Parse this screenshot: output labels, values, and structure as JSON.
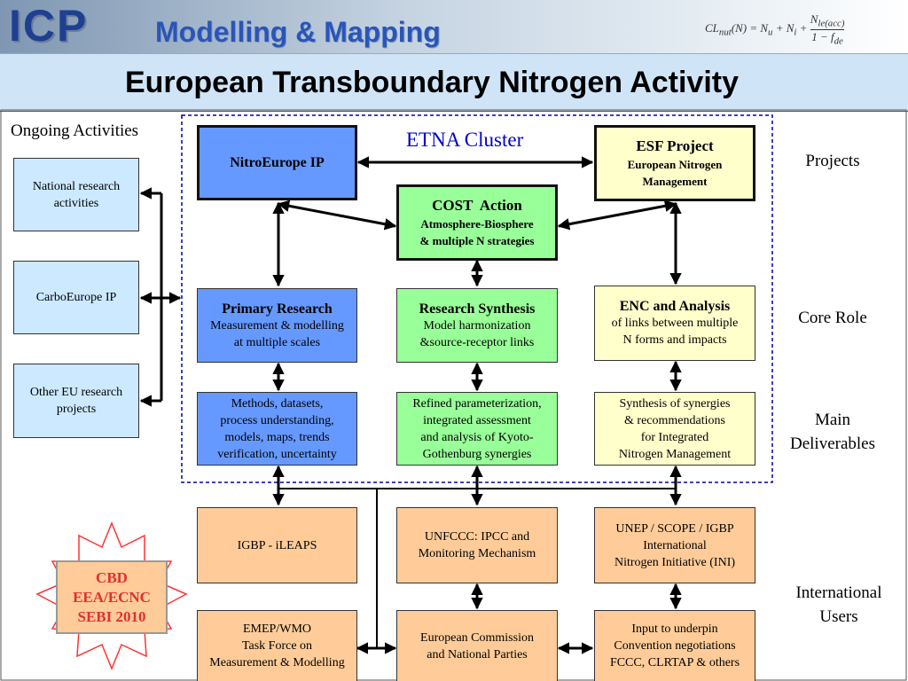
{
  "header": {
    "logo": "ICP",
    "subtitle": "Modelling & Mapping",
    "formula": "CLnut(N) = Nu + Ni + Nle(acc) / (1 − fde)"
  },
  "title": "European Transboundary Nitrogen Activity",
  "cluster_label": "ETNA Cluster",
  "ongoing_label": "Ongoing Activities",
  "ongoing": {
    "national": "National research activities",
    "carbo": "CarboEurope IP",
    "other": "Other EU research projects"
  },
  "nodes": {
    "nitroeurope": "NitroEurope IP",
    "esf": {
      "title": "ESF Project",
      "line1": "European Nitrogen",
      "line2": "Management"
    },
    "cost": {
      "title": "COST  Action",
      "line1": "Atmosphere-Biosphere",
      "line2": "& multiple N strategies"
    },
    "primary": {
      "title": "Primary Research",
      "line1": "Measurement & modelling",
      "line2": "at multiple scales"
    },
    "synthesis": {
      "title": "Research Synthesis",
      "line1": "Model harmonization",
      "line2": "&source-receptor links"
    },
    "enc": {
      "title": "ENC and Analysis",
      "line1": "of links between multiple",
      "line2": "N forms and impacts"
    },
    "methods": [
      "Methods, datasets,",
      "process understanding,",
      "models, maps, trends",
      "verification, uncertainty"
    ],
    "refined": [
      "Refined parameterization,",
      "integrated assessment",
      "and analysis of Kyoto-",
      "Gothenburg synergies"
    ],
    "synergies": [
      "Synthesis of synergies",
      "& recommendations",
      "for Integrated",
      "Nitrogen Management"
    ],
    "igbp": "IGBP - iLEAPS",
    "unfccc": [
      "UNFCCC: IPCC and",
      "Monitoring Mechanism"
    ],
    "unep": [
      "UNEP / SCOPE / IGBP",
      "International",
      "Nitrogen Initiative (INI)"
    ],
    "emep": [
      "EMEP/WMO",
      "Task Force on",
      "Measurement & Modelling"
    ],
    "ec": [
      "European Commission",
      "and National Parties"
    ],
    "input": [
      "Input to underpin",
      "Convention negotiations",
      "FCCC, CLRTAP & others"
    ],
    "cbd": [
      "CBD",
      "EEA/ECNC",
      "SEBI 2010"
    ]
  },
  "side_labels": {
    "projects": "Projects",
    "core_role": "Core Role",
    "main_deliverables": [
      "Main",
      "Deliverables"
    ],
    "international_users": [
      "International",
      "Users"
    ]
  },
  "colors": {
    "blue": "#6699ff",
    "green": "#99ff99",
    "yellow": "#ffffcc",
    "peach": "#ffcc99",
    "light_blue": "#cce9ff",
    "cluster_border": "#0000aa"
  }
}
